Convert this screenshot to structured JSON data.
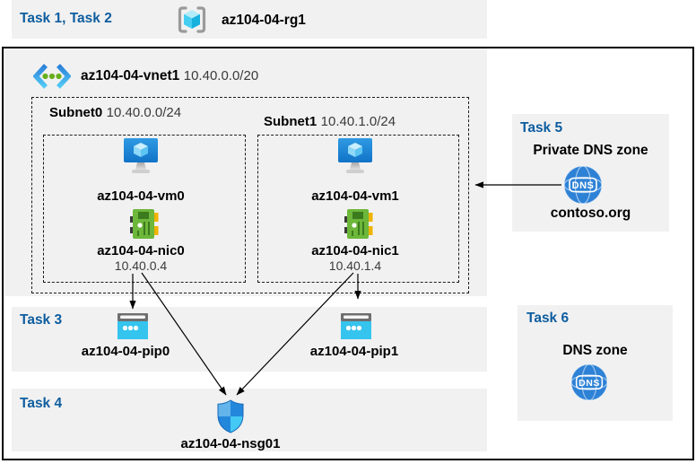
{
  "palette": {
    "task_label_blue": "#0d5d9f",
    "band_gray": "#f1f1f1",
    "azure_blue": "#2387dc",
    "azure_cyan": "#35c4ee",
    "nic_green": "#6db73a",
    "dns_blue": "#2e82d6",
    "arrow_black": "#000000"
  },
  "top_band": {
    "tasks_label": "Task 1, Task 2",
    "resource_group_name": "az104-04-rg1"
  },
  "vnet": {
    "name": "az104-04-vnet1",
    "cidr": "10.40.0.0/20",
    "subnets": [
      {
        "name": "Subnet0",
        "cidr": "10.40.0.0/24",
        "vm_name": "az104-04-vm0",
        "nic_name": "az104-04-nic0",
        "nic_ip": "10.40.0.4"
      },
      {
        "name": "Subnet1",
        "cidr": "10.40.1.0/24",
        "vm_name": "az104-04-vm1",
        "nic_name": "az104-04-nic1",
        "nic_ip": "10.40.1.4"
      }
    ]
  },
  "task3": {
    "label": "Task 3",
    "pip0_name": "az104-04-pip0",
    "pip1_name": "az104-04-pip1"
  },
  "task4": {
    "label": "Task 4",
    "nsg_name": "az104-04-nsg01"
  },
  "task5": {
    "label": "Task 5",
    "title": "Private DNS zone",
    "dns_icon_text": "DNS",
    "zone_name": "contoso.org"
  },
  "task6": {
    "label": "Task 6",
    "title": "DNS zone",
    "dns_icon_text": "DNS"
  }
}
